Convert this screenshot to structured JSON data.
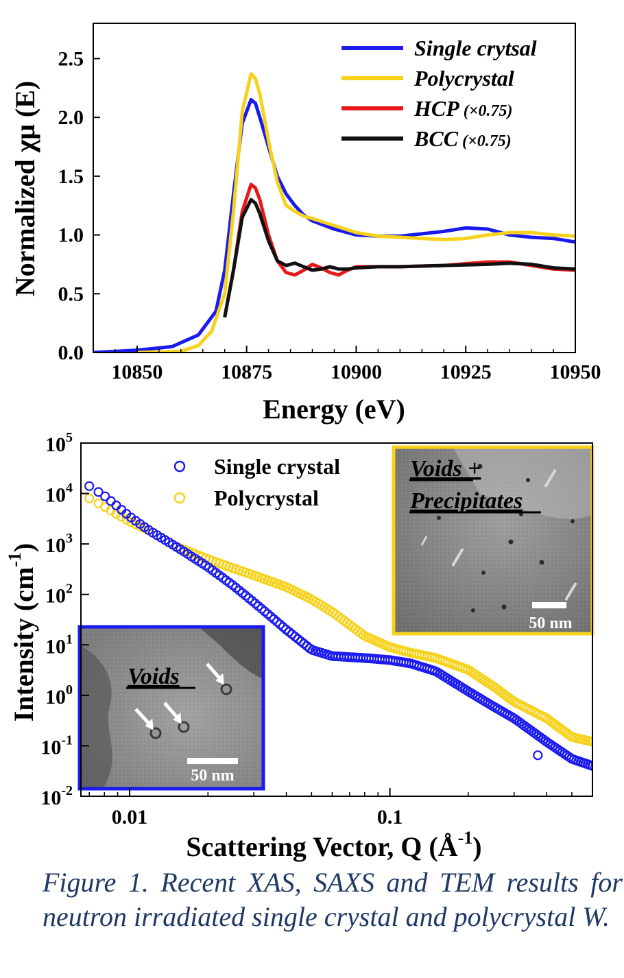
{
  "chart_data": [
    {
      "type": "line",
      "xlabel": "Energy (eV)",
      "ylabel": "Normalized χμ (E)",
      "xlim": [
        10840,
        10950
      ],
      "ylim": [
        0,
        2.8
      ],
      "xticks": [
        "10850",
        "10875",
        "10900",
        "10925",
        "10950"
      ],
      "yticks": [
        "0.0",
        "0.5",
        "1.0",
        "1.5",
        "2.0",
        "2.5"
      ],
      "grid": false,
      "legend_position": "top-right",
      "series": [
        {
          "name": "Single crytsal",
          "name_suffix": "",
          "color": "#1a1aee",
          "x": [
            10840,
            10850,
            10858,
            10864,
            10868,
            10870,
            10872,
            10874,
            10876,
            10877,
            10878,
            10880,
            10882,
            10884,
            10886,
            10888,
            10890,
            10895,
            10900,
            10905,
            10910,
            10915,
            10920,
            10925,
            10930,
            10935,
            10940,
            10945,
            10950
          ],
          "y": [
            0.0,
            0.02,
            0.05,
            0.15,
            0.35,
            0.7,
            1.35,
            1.95,
            2.15,
            2.12,
            2.0,
            1.75,
            1.5,
            1.35,
            1.25,
            1.17,
            1.12,
            1.05,
            1.0,
            0.99,
            0.99,
            1.01,
            1.03,
            1.06,
            1.05,
            1.0,
            0.98,
            0.97,
            0.94
          ]
        },
        {
          "name": "Polycrystal",
          "name_suffix": "",
          "color": "#f7d21c",
          "x": [
            10850,
            10860,
            10864,
            10867,
            10870,
            10872,
            10874,
            10876,
            10877,
            10878,
            10880,
            10882,
            10884,
            10886,
            10888,
            10890,
            10895,
            10900,
            10905,
            10910,
            10915,
            10920,
            10925,
            10930,
            10935,
            10940,
            10945,
            10950
          ],
          "y": [
            0.0,
            0.01,
            0.06,
            0.18,
            0.5,
            1.2,
            2.05,
            2.37,
            2.33,
            2.2,
            1.8,
            1.45,
            1.25,
            1.2,
            1.16,
            1.14,
            1.08,
            1.02,
            0.99,
            0.98,
            0.97,
            0.96,
            0.97,
            1.0,
            1.02,
            1.02,
            1.0,
            0.99
          ]
        },
        {
          "name": "HCP",
          "name_suffix": "(×0.75)",
          "color": "#e81818",
          "x": [
            10870,
            10872,
            10874,
            10876,
            10877,
            10878,
            10880,
            10882,
            10884,
            10886,
            10888,
            10890,
            10892,
            10894,
            10896,
            10898,
            10900,
            10905,
            10910,
            10920,
            10930,
            10935,
            10940,
            10945,
            10950
          ],
          "y": [
            0.3,
            0.7,
            1.2,
            1.43,
            1.4,
            1.3,
            1.0,
            0.78,
            0.68,
            0.66,
            0.7,
            0.75,
            0.72,
            0.68,
            0.66,
            0.7,
            0.73,
            0.73,
            0.73,
            0.74,
            0.77,
            0.77,
            0.74,
            0.71,
            0.7
          ]
        },
        {
          "name": "BCC",
          "name_suffix": "(×0.75)",
          "color": "#111111",
          "x": [
            10870,
            10872,
            10874,
            10876,
            10877,
            10878,
            10880,
            10882,
            10884,
            10886,
            10888,
            10890,
            10892,
            10894,
            10896,
            10898,
            10900,
            10905,
            10910,
            10920,
            10930,
            10935,
            10940,
            10945,
            10950
          ],
          "y": [
            0.3,
            0.7,
            1.15,
            1.3,
            1.27,
            1.18,
            0.95,
            0.78,
            0.74,
            0.76,
            0.73,
            0.7,
            0.71,
            0.73,
            0.71,
            0.71,
            0.72,
            0.73,
            0.73,
            0.74,
            0.75,
            0.76,
            0.75,
            0.72,
            0.71
          ]
        }
      ]
    },
    {
      "type": "scatter",
      "xlabel": "Scattering Vector, Q (Å",
      "xlabel_sup": "-1",
      "xlabel_close": ")",
      "ylabel": "Intensity (cm",
      "ylabel_sup": "-1",
      "ylabel_close": ")",
      "x_scale": "log",
      "y_scale": "log",
      "xlim": [
        0.0065,
        0.6
      ],
      "ylim": [
        0.01,
        100000
      ],
      "xticks": [
        {
          "value": 0.01,
          "label": "0.01"
        },
        {
          "value": 0.1,
          "label": "0.1"
        }
      ],
      "yticks": [
        {
          "value": 100000,
          "base": "10",
          "exp": "5"
        },
        {
          "value": 10000,
          "base": "10",
          "exp": "4"
        },
        {
          "value": 1000,
          "base": "10",
          "exp": "3"
        },
        {
          "value": 100,
          "base": "10",
          "exp": "2"
        },
        {
          "value": 10,
          "base": "10",
          "exp": "1"
        },
        {
          "value": 1,
          "base": "10",
          "exp": "0"
        },
        {
          "value": 0.1,
          "base": "10",
          "exp": "-1"
        },
        {
          "value": 0.01,
          "base": "10",
          "exp": "-2"
        }
      ],
      "grid": false,
      "legend_position": "top-left",
      "series": [
        {
          "name": "Single crystal",
          "color": "#1a1aee",
          "anchors_x": [
            0.007,
            0.008,
            0.009,
            0.01,
            0.012,
            0.015,
            0.02,
            0.025,
            0.03,
            0.04,
            0.05,
            0.06,
            0.08,
            0.1,
            0.12,
            0.15,
            0.2,
            0.25,
            0.3,
            0.4,
            0.5,
            0.6
          ],
          "anchors_y": [
            14000,
            9000,
            5500,
            3500,
            1800,
            900,
            350,
            150,
            70,
            20,
            8,
            6,
            5.5,
            5,
            4.3,
            3,
            1.2,
            0.6,
            0.35,
            0.12,
            0.055,
            0.04
          ],
          "outliers_x": [
            0.37
          ],
          "outliers_y": [
            0.065
          ]
        },
        {
          "name": "Polycrystal",
          "color": "#f7d21c",
          "anchors_x": [
            0.007,
            0.008,
            0.009,
            0.01,
            0.012,
            0.015,
            0.02,
            0.025,
            0.03,
            0.04,
            0.05,
            0.06,
            0.08,
            0.1,
            0.12,
            0.15,
            0.2,
            0.25,
            0.3,
            0.4,
            0.5,
            0.6
          ],
          "anchors_y": [
            8000,
            5500,
            3800,
            2800,
            1800,
            900,
            500,
            330,
            240,
            140,
            80,
            45,
            15,
            9,
            7,
            5.5,
            3.2,
            1.5,
            0.75,
            0.35,
            0.15,
            0.12
          ],
          "outliers_x": [],
          "outliers_y": []
        }
      ]
    }
  ],
  "insets": {
    "voids_label": "Voids",
    "voids_scale": "50 nm",
    "voids_precip_label_1": "Voids +",
    "voids_precip_label_2": "Precipitates",
    "voids_precip_scale": "50 nm",
    "voids_border_color": "#1a1aee",
    "voids_precip_border_color": "#f7d21c"
  },
  "caption": "Figure 1. Recent XAS, SAXS and TEM results for neutron irradiated single crystal and polycrystal W."
}
